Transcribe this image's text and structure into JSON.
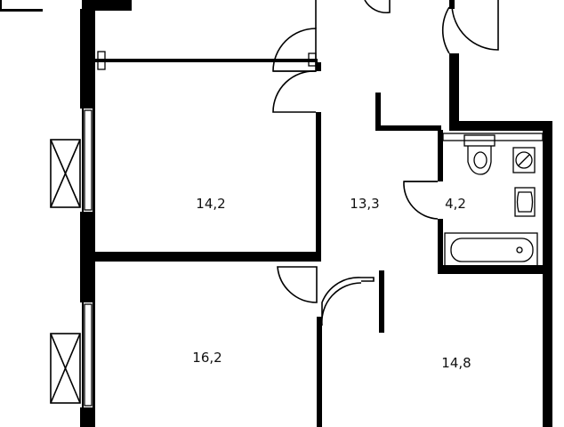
{
  "rooms": [
    {
      "id": "bedroom-1",
      "area": "14,2"
    },
    {
      "id": "hall",
      "area": "13,3"
    },
    {
      "id": "bathroom",
      "area": "4,2"
    },
    {
      "id": "bedroom-2",
      "area": "16,2"
    },
    {
      "id": "living",
      "area": "14,8"
    }
  ],
  "icons": [
    "window-icon",
    "door-swing-icon",
    "toilet-icon",
    "sink-icon",
    "bathtub-icon",
    "washing-machine-icon"
  ]
}
